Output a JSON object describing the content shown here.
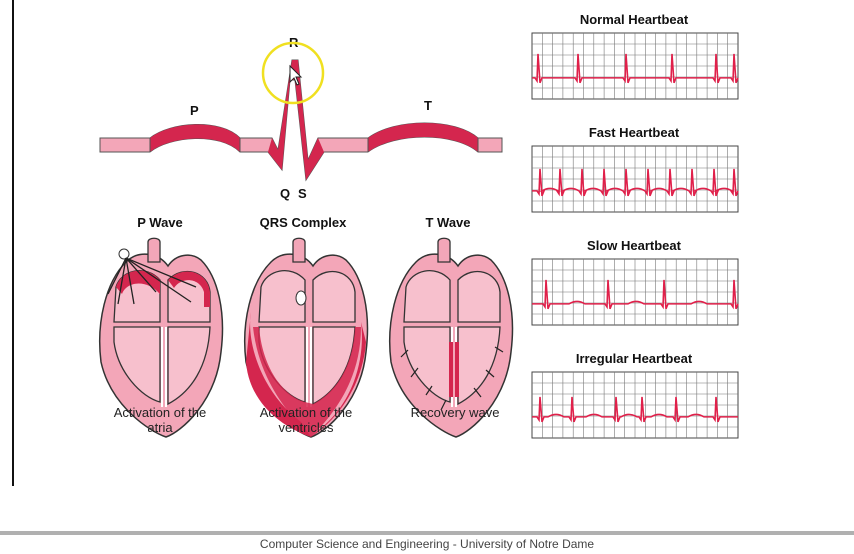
{
  "ecg": {
    "label_p": "P",
    "label_r": "R",
    "label_t": "T",
    "label_q": "Q",
    "label_s": "S"
  },
  "panels": [
    {
      "title": "P Wave",
      "caption_line1": "Activation of the",
      "caption_line2": "atria"
    },
    {
      "title": "QRS Complex",
      "caption_line1": "Activation of the",
      "caption_line2": "ventricles"
    },
    {
      "title": "T Wave",
      "caption_line1": "Recovery wave",
      "caption_line2": ""
    }
  ],
  "rhythms": [
    {
      "title": "Normal Heartbeat"
    },
    {
      "title": "Fast Heartbeat"
    },
    {
      "title": "Slow Heartbeat"
    },
    {
      "title": "Irregular Heartbeat"
    }
  ],
  "footer": {
    "text": "Computer Science and Engineering - University of Notre Dame"
  },
  "colors": {
    "heart_fill": "#f3a6b8",
    "heart_dark": "#d4264e",
    "wave_red": "#e0204a",
    "grid": "#555555",
    "highlight": "#f0e020"
  }
}
